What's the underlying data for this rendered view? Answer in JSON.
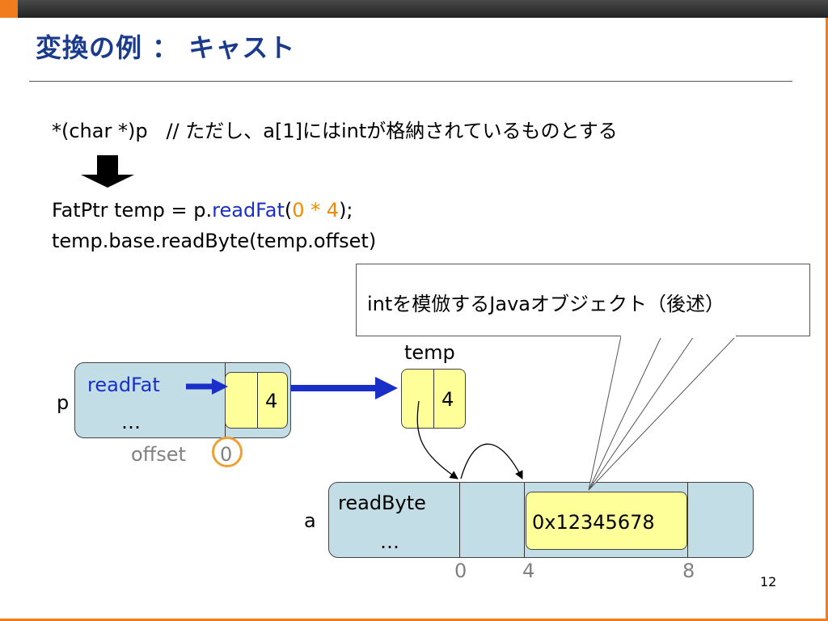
{
  "slide": {
    "title": "変換の例 ： キャスト",
    "page_number": "12",
    "code": {
      "line1": "*(char *)p   // ただし、a[1]にはintが格納されているものとする",
      "line2_prefix": "FatPtr temp = p.",
      "line2_method": "readFat",
      "line2_open": "(",
      "line2_arg": "0 * 4",
      "line2_close": ");",
      "line3": "temp.base.readByte(temp.offset)"
    },
    "callout": "intを模倣するJavaオブジェクト（後述）",
    "diagram": {
      "temp_label": "temp",
      "p_label": "p",
      "p_method": "readFat",
      "p_more": "…",
      "p_inner_value": "4",
      "temp_value": "4",
      "offset_label": "offset",
      "offset_value": "0",
      "a_label": "a",
      "a_method": "readByte",
      "a_more": "…",
      "a_cell_value": "0x12345678",
      "index_0": "0",
      "index_4": "4",
      "index_8": "8"
    }
  }
}
